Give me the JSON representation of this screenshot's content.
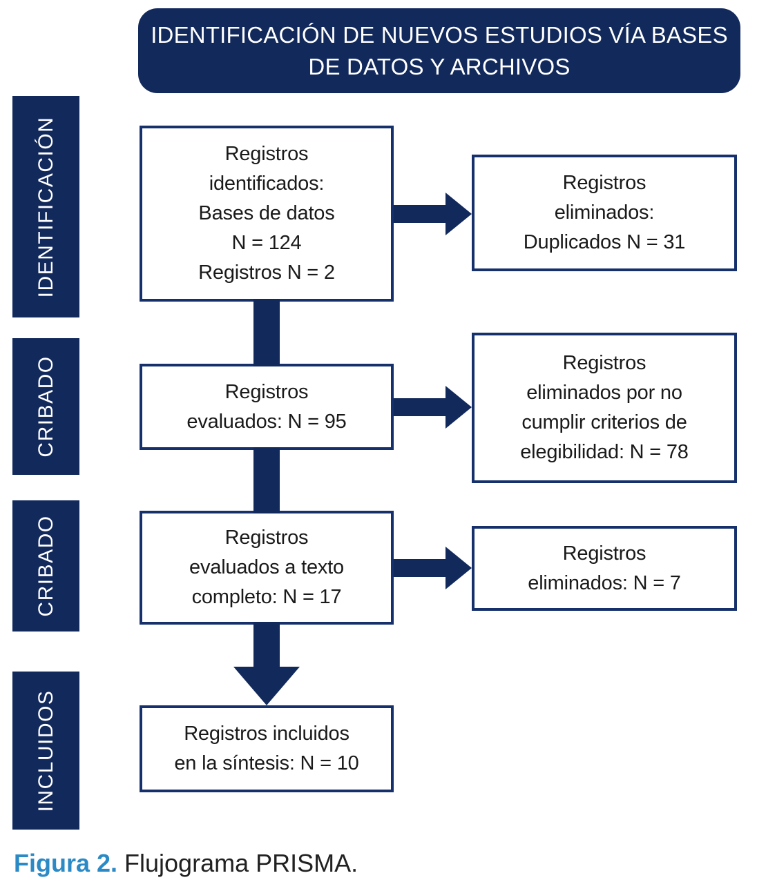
{
  "colors": {
    "navy": "#12295C",
    "box_border": "#15306A",
    "caption_blue": "#2B8AC5",
    "text": "#1a1a1a"
  },
  "header": {
    "title": "IDENTIFICACIÓN DE NUEVOS ESTUDIOS VÍA BASES\nDE DATOS Y ARCHIVOS"
  },
  "sidebar": {
    "items": [
      {
        "label": "IDENTIFICACIÓN"
      },
      {
        "label": "CRIBADO"
      },
      {
        "label": "CRIBADO"
      },
      {
        "label": "INCLUIDOS"
      }
    ]
  },
  "flow": {
    "steps": [
      {
        "name": "records-identified",
        "text": "Registros\nidentificados:\nBases de datos\nN = 124\nRegistros N = 2"
      },
      {
        "name": "records-screened",
        "text": "Registros\nevaluados: N = 95"
      },
      {
        "name": "records-fulltext",
        "text": "Registros\nevaluados a texto\ncompleto: N = 17"
      },
      {
        "name": "records-included",
        "text": "Registros incluidos\nen la síntesis: N = 10"
      }
    ],
    "excluded": [
      {
        "name": "duplicates-removed",
        "text": "Registros\neliminados:\nDuplicados N = 31"
      },
      {
        "name": "not-eligible-removed",
        "text": "Registros\neliminados por no\ncumplir criterios de\nelegibilidad: N = 78"
      },
      {
        "name": "fulltext-removed",
        "text": "Registros\neliminados: N = 7"
      }
    ]
  },
  "caption": {
    "label": "Figura 2.",
    "text": "Flujograma PRISMA."
  }
}
